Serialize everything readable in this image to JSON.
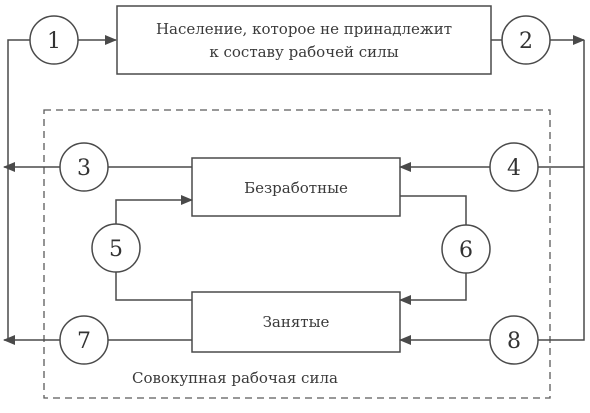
{
  "boxes": {
    "not_in_labor_force": [
      "Население, которое не принадлежит",
      "к составу рабочей силы"
    ],
    "unemployed": "Безработные",
    "employed": "Занятые"
  },
  "labor_force_caption": "Совокупная рабочая сила",
  "flows": {
    "f1": "1",
    "f2": "2",
    "f3": "3",
    "f4": "4",
    "f5": "5",
    "f6": "6",
    "f7": "7",
    "f8": "8"
  }
}
